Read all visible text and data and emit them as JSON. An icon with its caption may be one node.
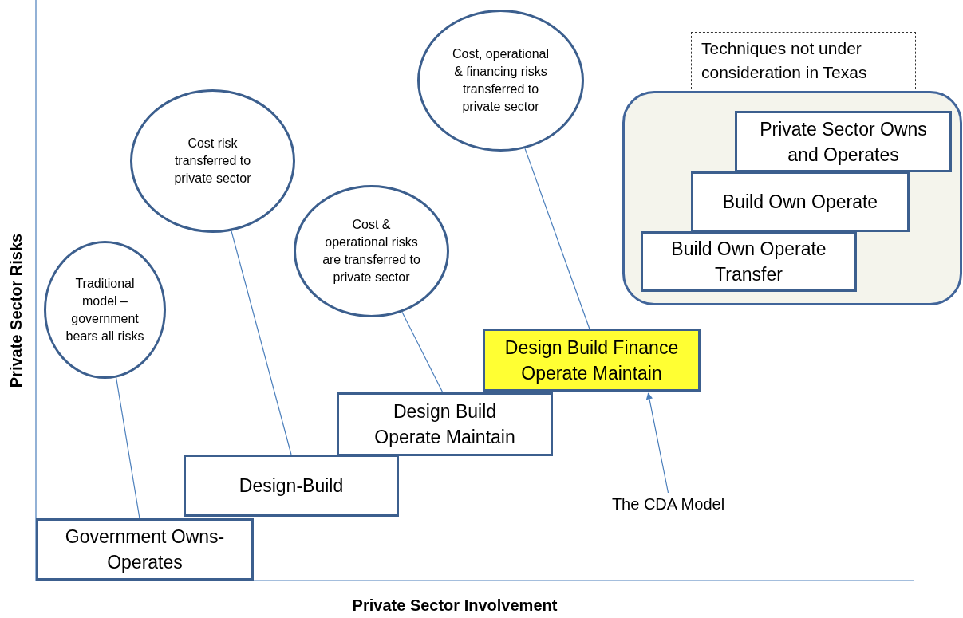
{
  "diagram": {
    "nodes": [
      {
        "text": [
          "Government Owns-Operates"
        ]
      },
      {
        "text": [
          "Design-Build"
        ]
      },
      {
        "text": [
          "Design Build Operate Maintain"
        ]
      },
      {
        "text": [
          "Design Build Finance Operate Maintain"
        ]
      },
      {
        "text": [
          "Traditional model – government bears all risks"
        ]
      },
      {
        "text": [
          "Cost risk transferred to private sector"
        ]
      },
      {
        "text": [
          "Cost & operational risks are transferred to private sector"
        ]
      },
      {
        "text": [
          "Cost, operational & financing risks transferred to private sector"
        ]
      },
      {
        "text": [
          "Techniques not under consideration in Texas"
        ]
      },
      {
        "text": [],
        "shape": "box"
      },
      {
        "text": [
          "Private Sector Owns and Operates"
        ],
        "in": 9
      },
      {
        "text": [
          "Build Own Operate"
        ],
        "in": 9
      },
      {
        "text": [
          "Build Own Operate Transfer"
        ],
        "in": 9
      },
      {
        "text": [
          "The CDA Model"
        ]
      }
    ],
    "edges": [
      {
        "from": 4,
        "to": 0,
        "arrow": "none"
      },
      {
        "from": 5,
        "to": 1,
        "arrow": "none"
      },
      {
        "from": 6,
        "to": 2,
        "arrow": "none"
      },
      {
        "from": 7,
        "to": 3,
        "arrow": "none"
      },
      {
        "from": 13,
        "to": 3,
        "arrow": "to"
      }
    ],
    "labels": [
      "Private Sector Risks",
      "Private Sector Involvement"
    ]
  }
}
